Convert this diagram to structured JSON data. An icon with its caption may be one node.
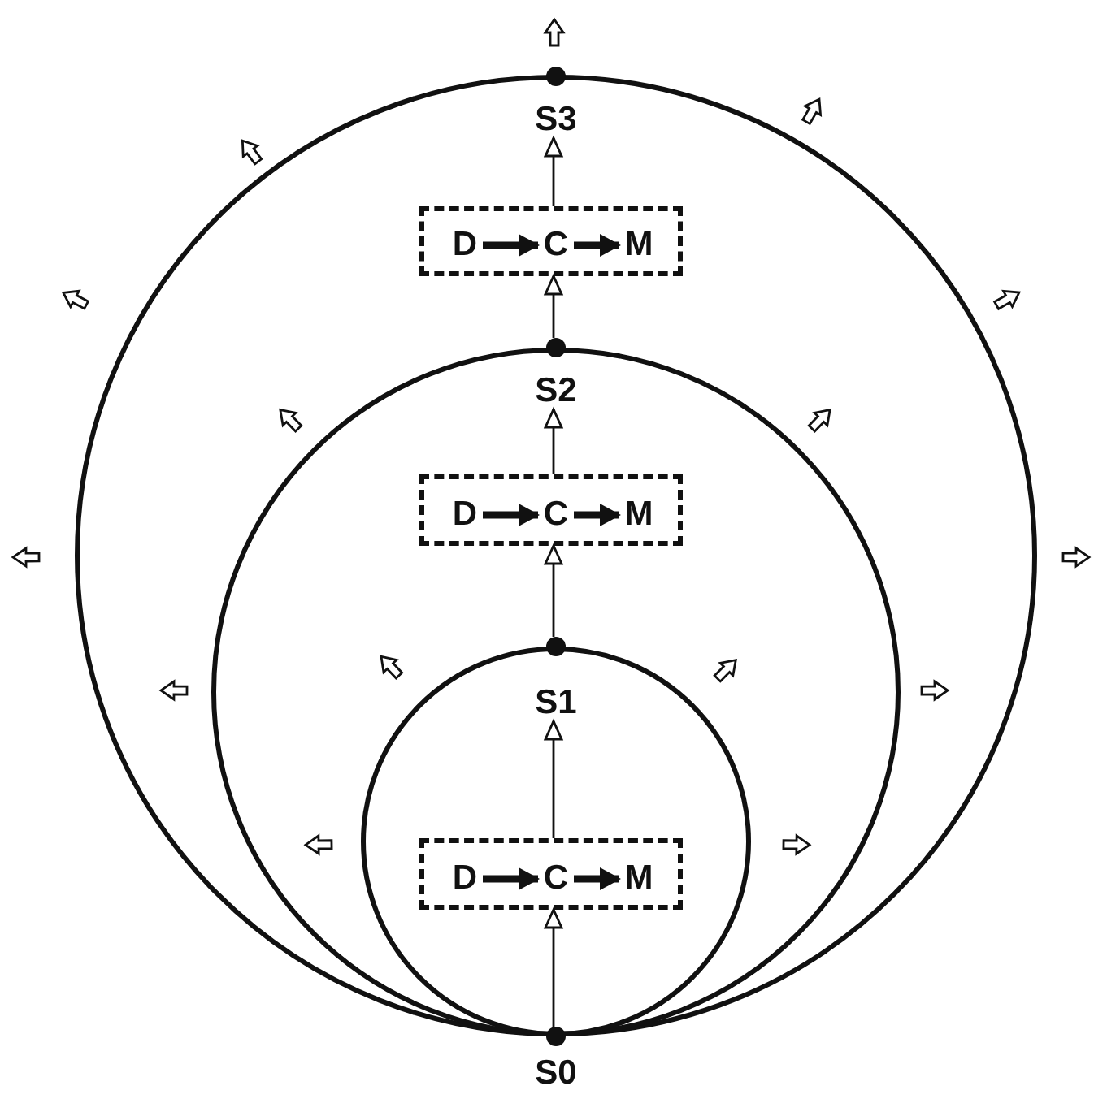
{
  "diagram": {
    "nodes": [
      {
        "text": [],
        "shape": "circle"
      },
      {
        "text": [
          "S3"
        ]
      },
      {
        "text": [],
        "shape": "box",
        "in": 0
      },
      {
        "text": [
          "D"
        ],
        "in": 2
      },
      {
        "text": [
          "C"
        ],
        "in": 2
      },
      {
        "text": [
          "M"
        ],
        "in": 2
      },
      {
        "text": [],
        "shape": "circle",
        "in": 0
      },
      {
        "text": [
          "S2"
        ],
        "in": 6
      },
      {
        "text": [],
        "shape": "box",
        "in": 6
      },
      {
        "text": [
          "D"
        ],
        "in": 8
      },
      {
        "text": [
          "C"
        ],
        "in": 8
      },
      {
        "text": [
          "M"
        ],
        "in": 8
      },
      {
        "text": [],
        "shape": "circle",
        "in": 6
      },
      {
        "text": [
          "S1"
        ],
        "in": 12
      },
      {
        "text": [],
        "shape": "box",
        "in": 12
      },
      {
        "text": [
          "D"
        ],
        "in": 14
      },
      {
        "text": [
          "C"
        ],
        "in": 14
      },
      {
        "text": [
          "M"
        ],
        "in": 14
      },
      {
        "text": [
          "S0"
        ]
      }
    ],
    "edges": [
      {
        "from": 3,
        "to": 4,
        "arrow": "to",
        "style": "thick"
      },
      {
        "from": 4,
        "to": 5,
        "arrow": "to",
        "style": "thick"
      },
      {
        "from": 9,
        "to": 10,
        "arrow": "to",
        "style": "thick"
      },
      {
        "from": 10,
        "to": 11,
        "arrow": "to",
        "style": "thick"
      },
      {
        "from": 15,
        "to": 16,
        "arrow": "to",
        "style": "thick"
      },
      {
        "from": 16,
        "to": 17,
        "arrow": "to",
        "style": "thick"
      },
      {
        "from": 18,
        "to": 14,
        "arrow": "to"
      },
      {
        "from": 14,
        "to": 13,
        "arrow": "to"
      },
      {
        "from": 13,
        "to": 8,
        "arrow": "to"
      },
      {
        "from": 8,
        "to": 7,
        "arrow": "to"
      },
      {
        "from": 7,
        "to": 2,
        "arrow": "to"
      },
      {
        "from": 2,
        "to": 1,
        "arrow": "to"
      }
    ]
  }
}
